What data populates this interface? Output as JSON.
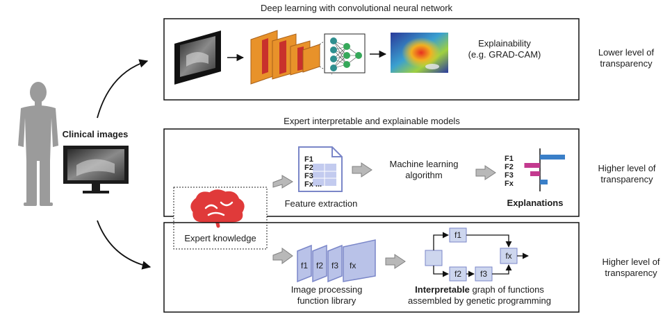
{
  "top_section": {
    "heading": "Deep learning with convolutional neural network",
    "explain_line1": "Explainability",
    "explain_line2": "(e.g. GRAD-CAM)",
    "level_line1": "Lower level of",
    "level_line2": "transparency"
  },
  "person": {
    "monitor_label": "Clinical images"
  },
  "middle_section": {
    "heading": "Expert interpretable and explainable models",
    "doc_features": [
      "F1",
      "F2",
      "F3",
      "Fx ..."
    ],
    "feature_extraction_label": "Feature extraction",
    "ml_line1": "Machine learning",
    "ml_line2": "algorithm",
    "explanation_features": [
      "F1",
      "F2",
      "F3",
      "Fx"
    ],
    "explanation_values": [
      0.72,
      -0.45,
      -0.28,
      0.22
    ],
    "explanations_label": "Explanations",
    "level_line1": "Higher level of",
    "level_line2": "transparency"
  },
  "expert": {
    "label": "Expert knowledge"
  },
  "bottom_section": {
    "cards": [
      "f1",
      "f2",
      "f3",
      "fx"
    ],
    "library_line1": "Image processing",
    "library_line2": "function library",
    "graph_bold": "Interpretable",
    "graph_rest": " graph of functions",
    "graph_line2": "assembled by genetic programming",
    "nodes": {
      "f1": "f1",
      "f2": "f2",
      "f3": "f3",
      "fx": "fx"
    },
    "level_line1": "Higher level of",
    "level_line2": "transparency"
  },
  "colors": {
    "cnn_orange": "#e8922a",
    "cnn_red": "#c8312c",
    "nn_green": "#36a85a",
    "nn_teal": "#2f8f8f",
    "brain_red": "#e03a3a",
    "bar_blue": "#3a7fc8",
    "bar_magenta": "#c33a8f",
    "node_fill": "#cdd6ee",
    "card_fill": "#b9c2e8",
    "person_gray": "#9b9b9b",
    "arrow_gray": "#b8b8b8"
  }
}
